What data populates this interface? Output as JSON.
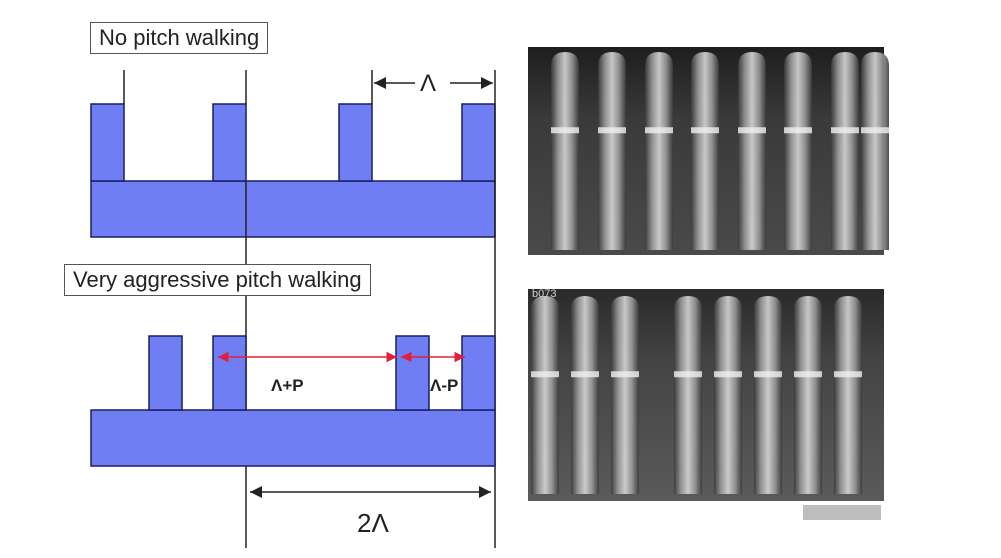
{
  "top_diagram": {
    "title": "No pitch walking",
    "pitch_label": "Λ"
  },
  "bottom_diagram": {
    "title": "Very aggressive pitch walking",
    "wide_gap_label": "Λ+P",
    "narrow_gap_label": "Λ-P",
    "double_pitch_label": "2Λ"
  },
  "sem_images": {
    "top": {
      "description_tag": ""
    },
    "bottom": {
      "corner_tag": "b073"
    }
  },
  "colors": {
    "fin_fill": "#6f7ef2",
    "fin_stroke": "#1a1f66",
    "arrow_red": "#e0203a",
    "line": "#222222",
    "sem_bg": "#2b2b2b"
  }
}
